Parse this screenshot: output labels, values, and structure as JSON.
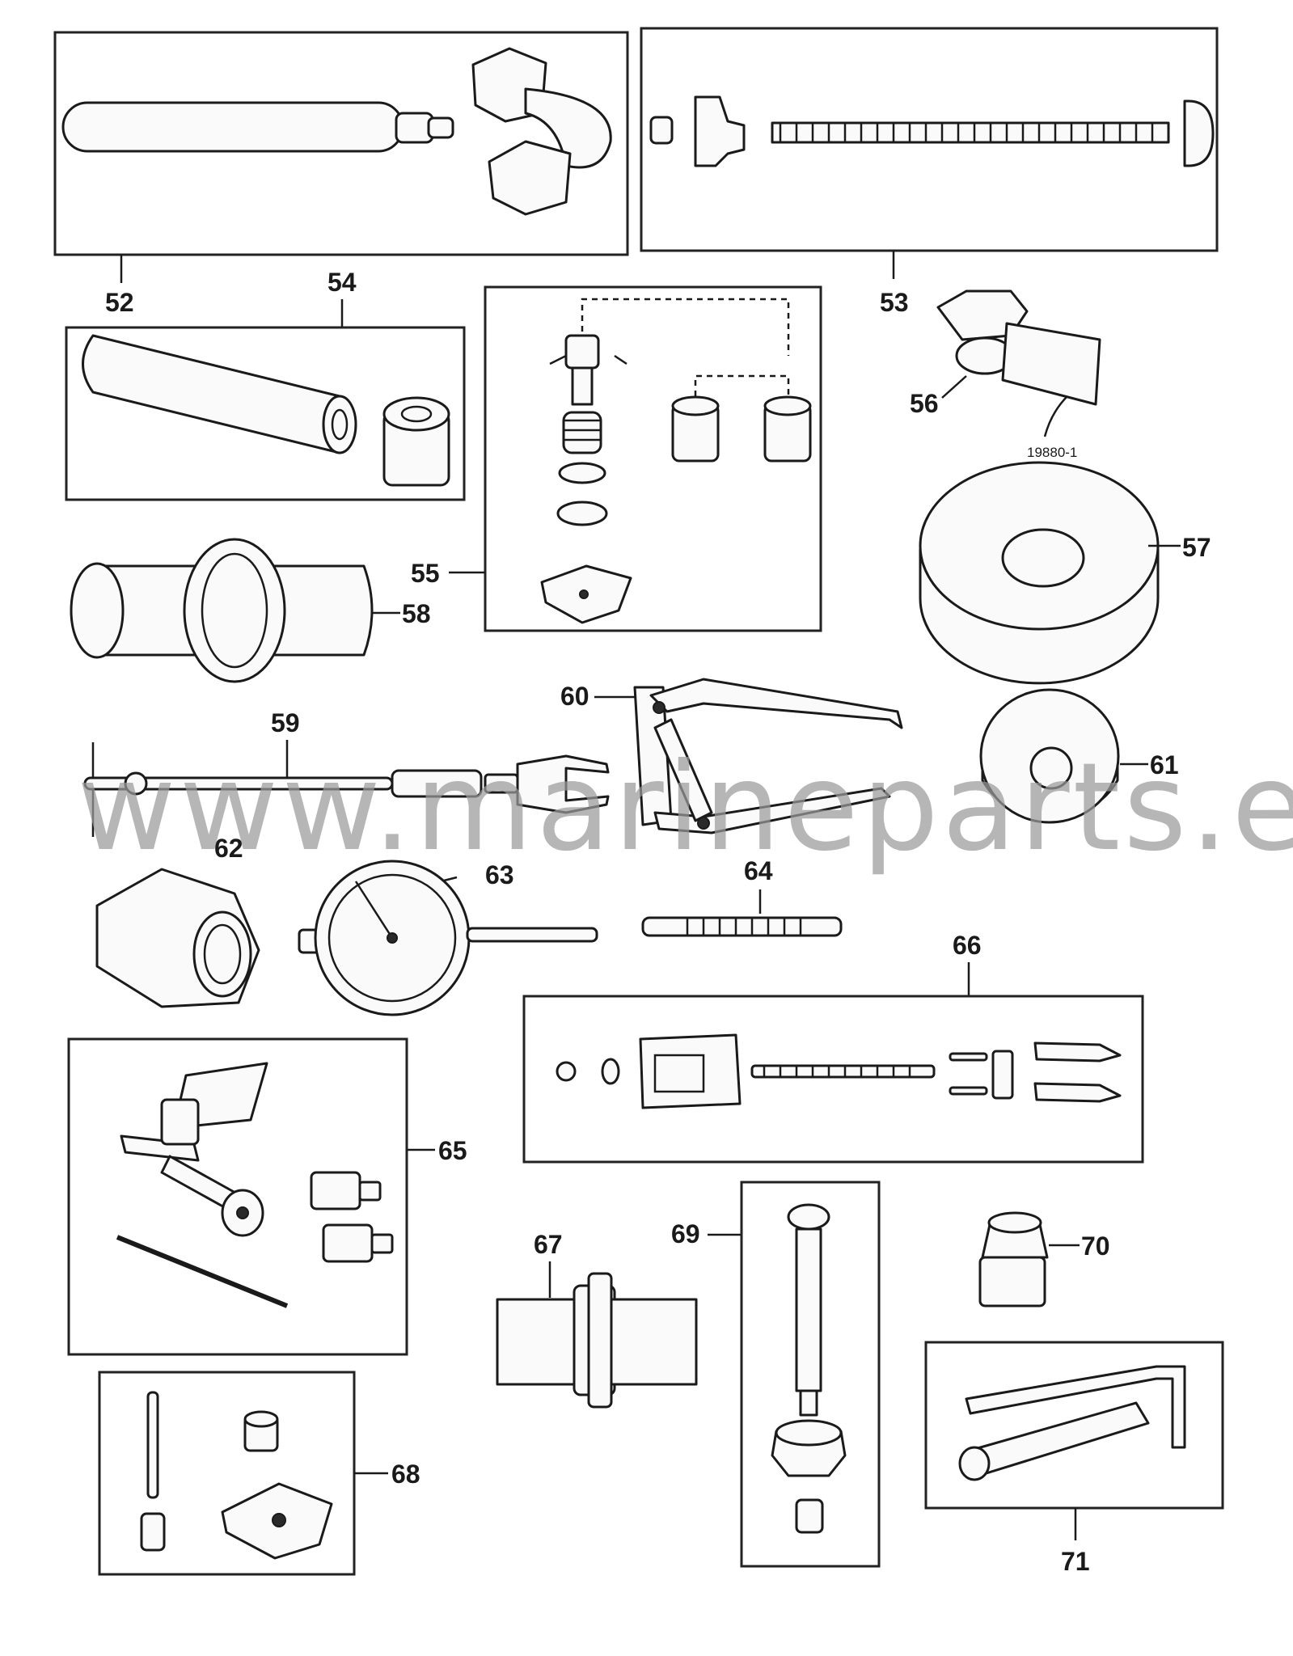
{
  "callouts": {
    "c52": "52",
    "c53": "53",
    "c54": "54",
    "c55": "55",
    "c56": "56",
    "c57": "57",
    "c58": "58",
    "c59": "59",
    "c60": "60",
    "c61": "61",
    "c62": "62",
    "c63": "63",
    "c64": "64",
    "c65": "65",
    "c66": "66",
    "c67": "67",
    "c68": "68",
    "c69": "69",
    "c70": "70",
    "c71": "71"
  },
  "part_number_56": "19880-1",
  "watermark": "www.marineparts.eu"
}
